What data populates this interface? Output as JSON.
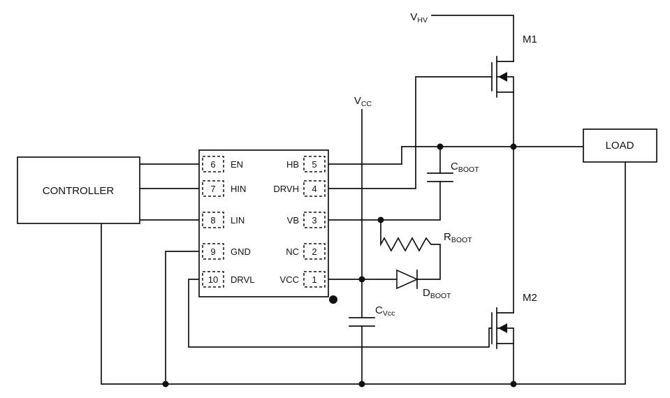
{
  "colors": {
    "line": "#111111",
    "background": "#ffffff"
  },
  "diagram": {
    "controller_label": "CONTROLLER",
    "load_label": "LOAD",
    "supplies": {
      "vhv": {
        "main": "V",
        "sub": "HV"
      },
      "vcc": {
        "main": "V",
        "sub": "CC"
      }
    },
    "mosfets": {
      "m1": "M1",
      "m2": "M2"
    },
    "components": {
      "cboot": {
        "main": "C",
        "sub": "BOOT"
      },
      "rboot": {
        "main": "R",
        "sub": "BOOT"
      },
      "dboot": {
        "main": "D",
        "sub": "BOOT"
      },
      "cvcc": {
        "main": "C",
        "sub": "Vcc"
      }
    },
    "ic": {
      "left_pins": [
        {
          "num": "6",
          "name": "EN"
        },
        {
          "num": "7",
          "name": "HIN"
        },
        {
          "num": "8",
          "name": "LIN"
        },
        {
          "num": "9",
          "name": "GND"
        },
        {
          "num": "10",
          "name": "DRVL"
        }
      ],
      "right_pins": [
        {
          "num": "5",
          "name": "HB"
        },
        {
          "num": "4",
          "name": "DRVH"
        },
        {
          "num": "3",
          "name": "VB"
        },
        {
          "num": "2",
          "name": "NC"
        },
        {
          "num": "1",
          "name": "VCC"
        }
      ]
    }
  }
}
